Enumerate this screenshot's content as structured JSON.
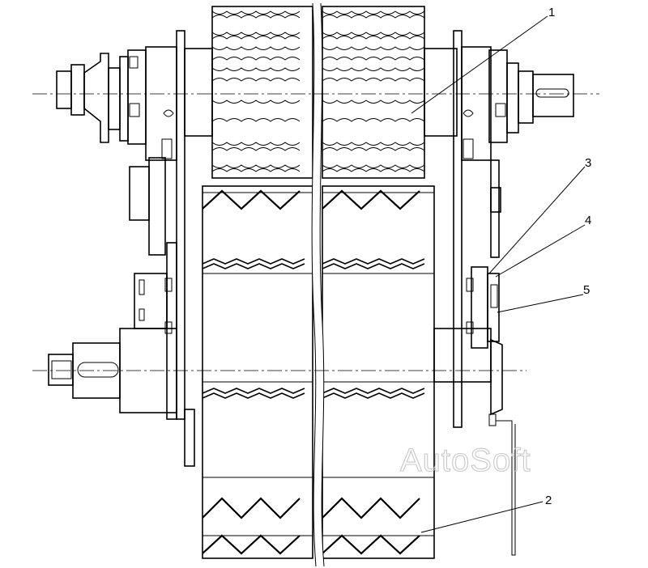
{
  "callouts": [
    {
      "label": "1"
    },
    {
      "label": "2"
    },
    {
      "label": "3"
    },
    {
      "label": "4"
    },
    {
      "label": "5"
    }
  ],
  "watermark": "AutoSoft",
  "colors": {
    "line": "#000000",
    "background": "#ffffff",
    "watermark": "#c8c8c8"
  }
}
